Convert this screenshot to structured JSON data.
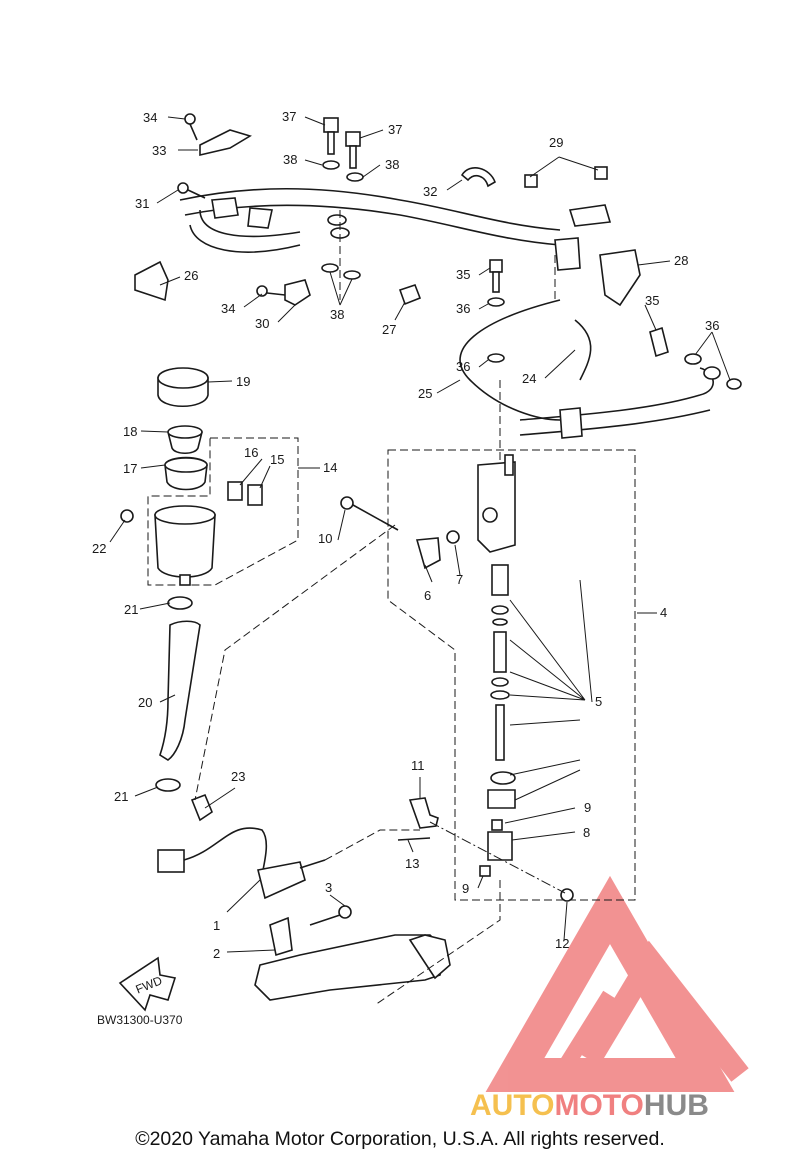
{
  "diagram": {
    "code": "BW31300-U370",
    "fwd_label": "FWD",
    "copyright": "©2020 Yamaha Motor Corporation, U.S.A. All rights reserved.",
    "callouts": [
      "1",
      "2",
      "3",
      "4",
      "5",
      "6",
      "7",
      "8",
      "9",
      "9",
      "10",
      "11",
      "12",
      "13",
      "14",
      "15",
      "16",
      "17",
      "18",
      "19",
      "20",
      "21",
      "21",
      "22",
      "23",
      "24",
      "25",
      "26",
      "27",
      "28",
      "29",
      "30",
      "31",
      "32",
      "33",
      "34",
      "34",
      "35",
      "35",
      "36",
      "36",
      "36",
      "37",
      "37",
      "38",
      "38",
      "38"
    ]
  },
  "watermark": {
    "brand_part1": "AUTO",
    "brand_part2": "MOTO",
    "brand_part3": "HUB",
    "colors": {
      "logo": "#f08080",
      "auto": "#f5c04f",
      "moto": "#f08080",
      "hub": "#8a8a8a"
    }
  }
}
